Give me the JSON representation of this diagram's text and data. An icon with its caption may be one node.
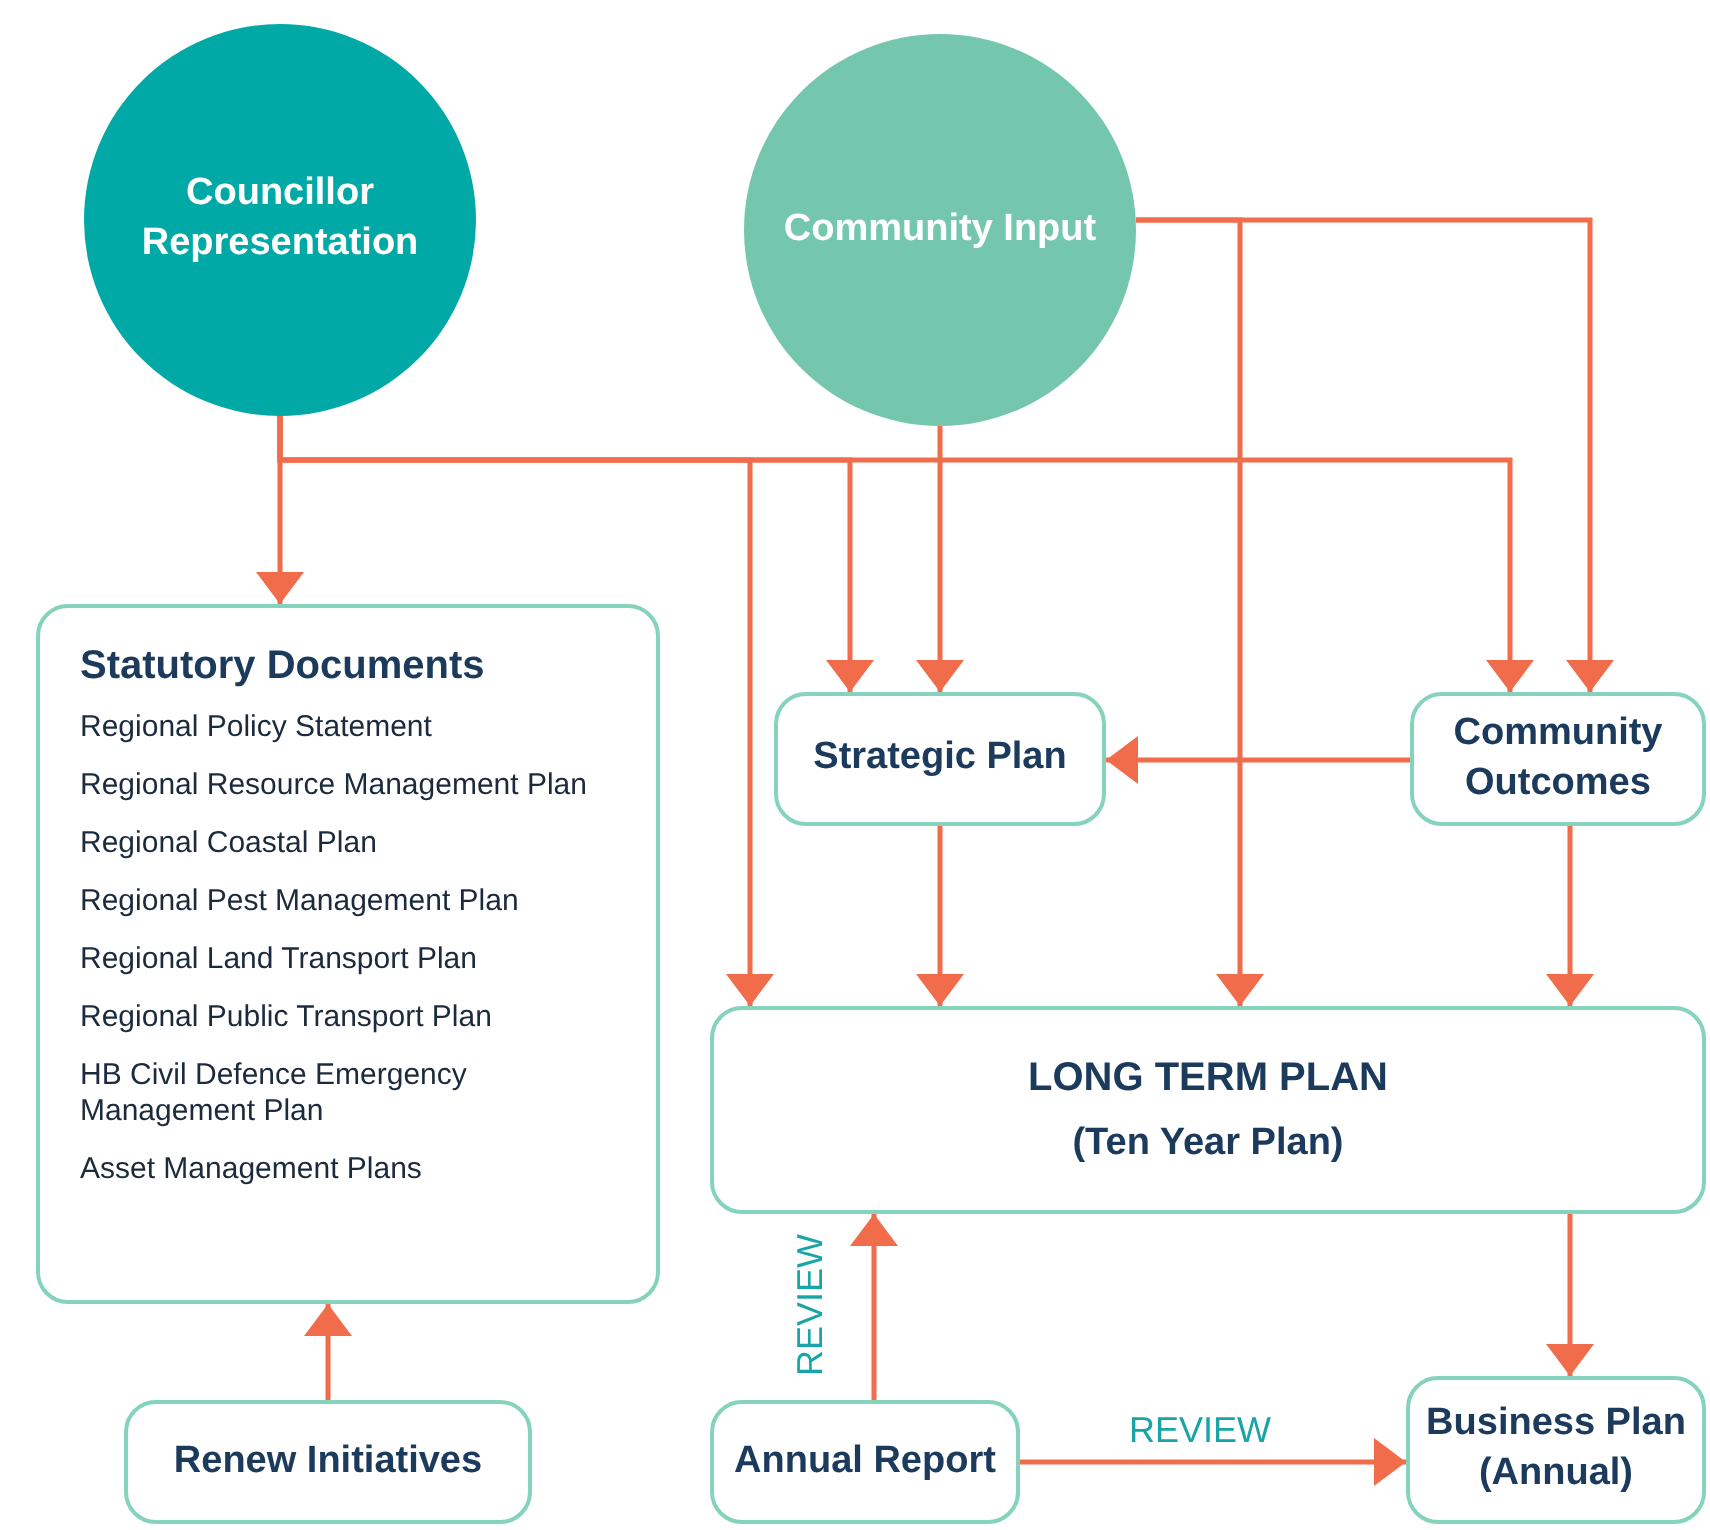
{
  "diagram": {
    "nodes": [
      {
        "text": [
          "Councillor Representation"
        ]
      },
      {
        "text": [
          "Community Input"
        ]
      },
      {
        "text": [
          "Statutory Documents",
          "Regional Policy Statement",
          "Regional Resource Management Plan",
          "Regional Coastal Plan",
          "Regional Pest Management Plan",
          "Regional Land Transport Plan",
          "Regional Public Transport Plan",
          "HB Civil Defence Emergency Management Plan",
          "Asset Management Plans"
        ]
      },
      {
        "text": [
          "Strategic Plan"
        ]
      },
      {
        "text": [
          "Community Outcomes"
        ]
      },
      {
        "text": [
          "LONG TERM PLAN",
          "(Ten Year Plan)"
        ]
      },
      {
        "text": [
          "Renew Initiatives"
        ]
      },
      {
        "text": [
          "Annual Report"
        ]
      },
      {
        "text": [
          "Business Plan (Annual)"
        ]
      }
    ],
    "edges": [
      {
        "from": 0,
        "to": 2,
        "arrow": "to"
      },
      {
        "from": 0,
        "to": 3,
        "arrow": "to"
      },
      {
        "from": 0,
        "to": 5,
        "arrow": "to"
      },
      {
        "from": 0,
        "to": 4,
        "arrow": "to"
      },
      {
        "from": 1,
        "to": 3,
        "arrow": "to"
      },
      {
        "from": 1,
        "to": 5,
        "arrow": "to"
      },
      {
        "from": 1,
        "to": 4,
        "arrow": "to"
      },
      {
        "from": 4,
        "to": 3,
        "arrow": "to"
      },
      {
        "from": 3,
        "to": 5,
        "arrow": "to"
      },
      {
        "from": 4,
        "to": 5,
        "arrow": "to"
      },
      {
        "from": 5,
        "to": 8,
        "arrow": "to"
      },
      {
        "from": 7,
        "to": 5,
        "arrow": "to",
        "label": "REVIEW"
      },
      {
        "from": 7,
        "to": 8,
        "arrow": "to",
        "label": "REVIEW"
      },
      {
        "from": 6,
        "to": 2,
        "arrow": "to"
      }
    ]
  }
}
